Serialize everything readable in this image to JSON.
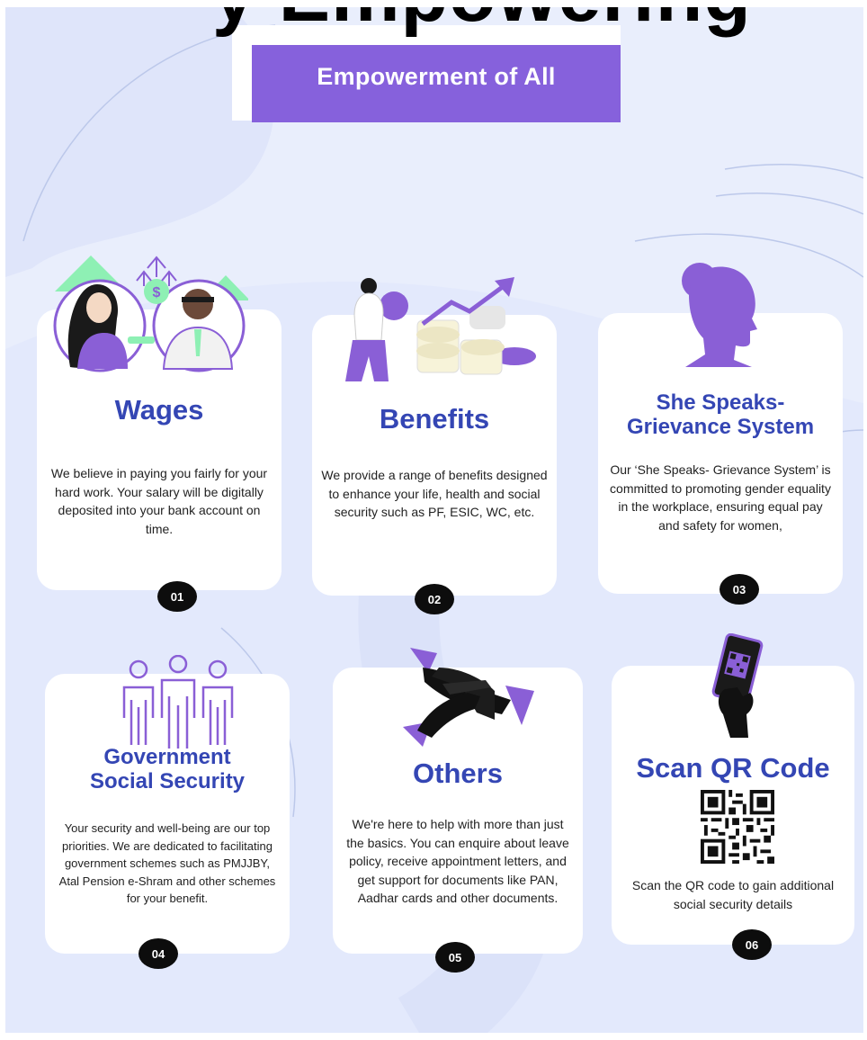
{
  "header": {
    "cropped_heading": "y Empowering",
    "title": "Empowerment of All"
  },
  "colors": {
    "background": "#e9eefc",
    "banner": "#8661dc",
    "accent_purple": "#8a5fd6",
    "title_blue": "#3446b4",
    "card": "#ffffff",
    "badge": "#0d0d0d",
    "arrow_green": "#8ef0b4"
  },
  "cards": [
    {
      "number": "01",
      "title": "Wages",
      "text": "We believe in paying you fairly for your hard work.  Your salary will be digitally deposited into your bank account on time.",
      "icon": "wage-handshake-illustration"
    },
    {
      "number": "02",
      "title": "Benefits",
      "text": "We provide a range of benefits designed to enhance your life, health and social security such as PF, ESIC, WC, etc.",
      "icon": "growth-coins-illustration"
    },
    {
      "number": "03",
      "title": "She Speaks- Grievance System",
      "text": "Our ‘She Speaks- Grievance System’ is committed to promoting gender equality in the workplace, ensuring equal pay and  safety for women,",
      "icon": "woman-silhouette-icon"
    },
    {
      "number": "04",
      "title": "Government Social Security",
      "text": "Your security and well-being are our top priorities. We are dedicated to facilitating government schemes such as PMJJBY, Atal Pension e-Shram and other schemes for your benefit.",
      "icon": "people-group-icon"
    },
    {
      "number": "05",
      "title": "Others",
      "text": "We're here to help with more than just the basics. You can enquire about leave policy, receive appointment letters, and get support for documents like PAN, Aadhar cards and other documents.",
      "icon": "joined-hands-illustration"
    },
    {
      "number": "06",
      "title": "Scan QR Code",
      "text": "Scan the QR code to gain additional social security details",
      "icon": "phone-scan-icon"
    }
  ]
}
